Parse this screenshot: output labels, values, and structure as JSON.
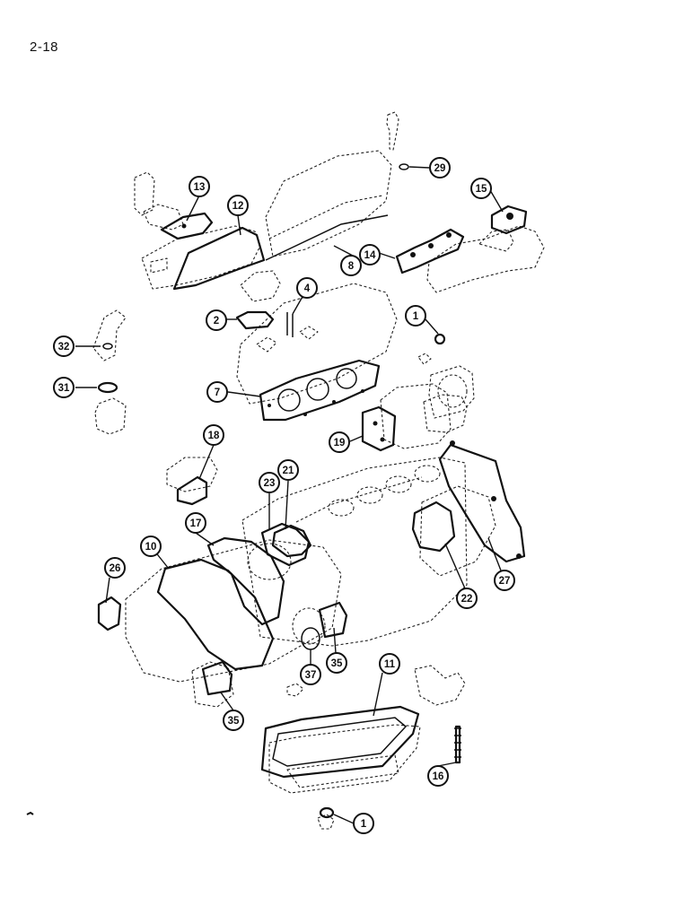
{
  "page": {
    "number": "2-18"
  },
  "callouts": [
    {
      "id": "1a",
      "label": "1"
    },
    {
      "id": "1b",
      "label": "1"
    },
    {
      "id": "2",
      "label": "2"
    },
    {
      "id": "4",
      "label": "4"
    },
    {
      "id": "7",
      "label": "7"
    },
    {
      "id": "8",
      "label": "8"
    },
    {
      "id": "10",
      "label": "10"
    },
    {
      "id": "11",
      "label": "11"
    },
    {
      "id": "12",
      "label": "12"
    },
    {
      "id": "13",
      "label": "13"
    },
    {
      "id": "14",
      "label": "14"
    },
    {
      "id": "15",
      "label": "15"
    },
    {
      "id": "16",
      "label": "16"
    },
    {
      "id": "17",
      "label": "17"
    },
    {
      "id": "18",
      "label": "18"
    },
    {
      "id": "19",
      "label": "19"
    },
    {
      "id": "21",
      "label": "21"
    },
    {
      "id": "22",
      "label": "22"
    },
    {
      "id": "23",
      "label": "23"
    },
    {
      "id": "26",
      "label": "26"
    },
    {
      "id": "27",
      "label": "27"
    },
    {
      "id": "29",
      "label": "29"
    },
    {
      "id": "31",
      "label": "31"
    },
    {
      "id": "32",
      "label": "32"
    },
    {
      "id": "35a",
      "label": "35"
    },
    {
      "id": "35b",
      "label": "35"
    },
    {
      "id": "37",
      "label": "37"
    }
  ]
}
